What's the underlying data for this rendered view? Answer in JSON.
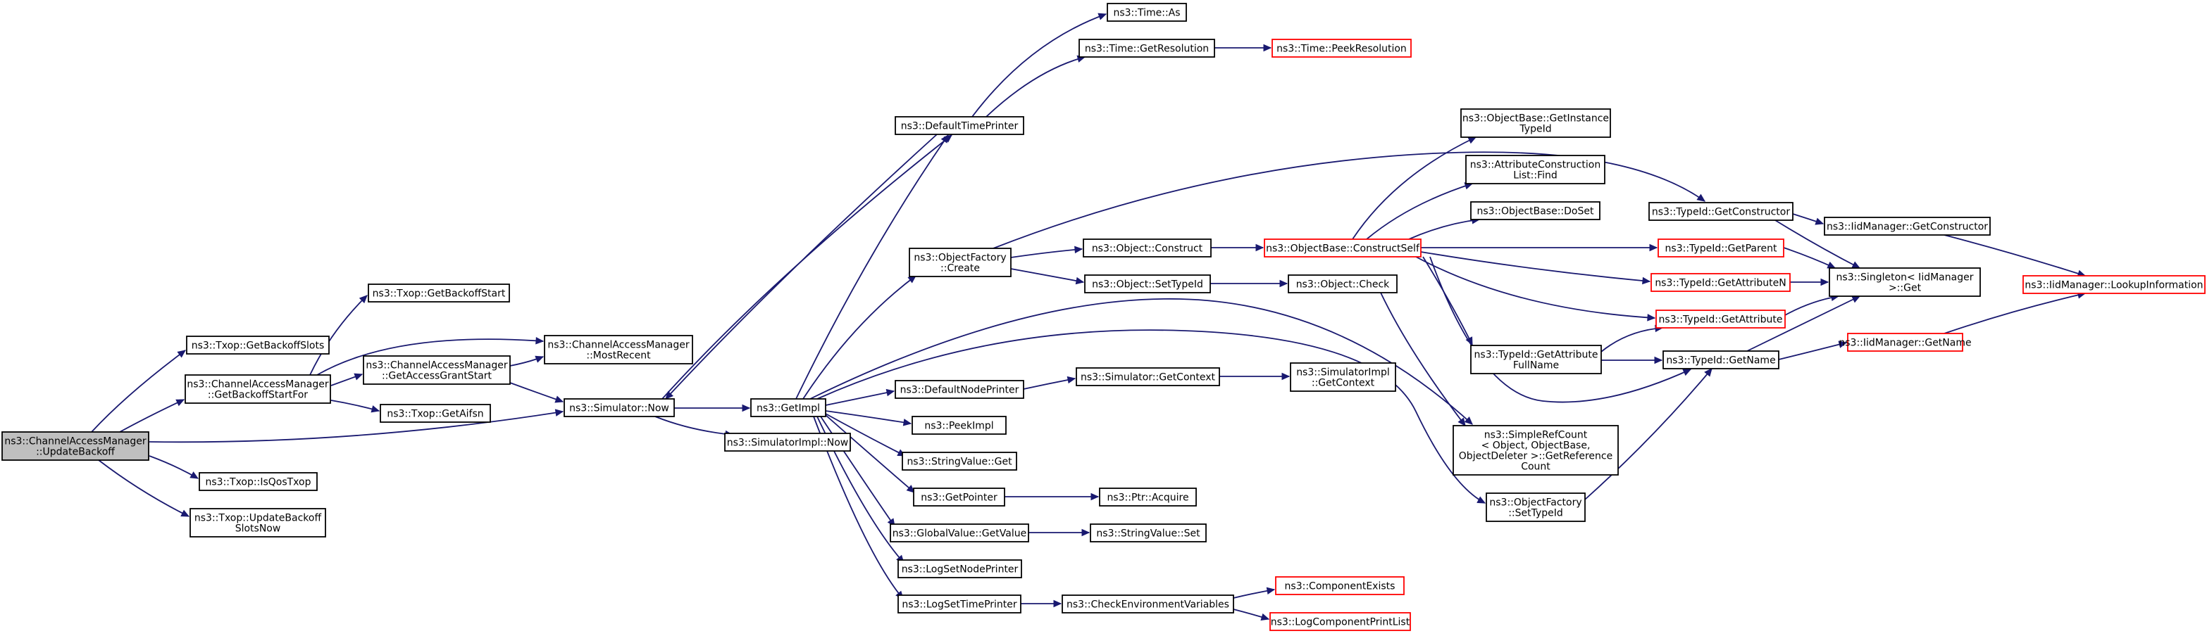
{
  "graph": {
    "edge_color": "#191970",
    "root_fill": "#bfbfbf",
    "missing_border": "#ff0000",
    "nodes": {
      "update_backoff": {
        "lines": [
          "ns3::ChannelAccessManager",
          "::UpdateBackoff"
        ],
        "style": "root"
      },
      "get_backoff_slots": {
        "lines": [
          "ns3::Txop::GetBackoffSlots"
        ],
        "style": "normal"
      },
      "get_backoff_start_for": {
        "lines": [
          "ns3::ChannelAccessManager",
          "::GetBackoffStartFor"
        ],
        "style": "normal"
      },
      "is_qos_txop": {
        "lines": [
          "ns3::Txop::IsQosTxop"
        ],
        "style": "normal"
      },
      "update_backoff_slots_now": {
        "lines": [
          "ns3::Txop::UpdateBackoff",
          "SlotsNow"
        ],
        "style": "normal"
      },
      "get_backoff_start": {
        "lines": [
          "ns3::Txop::GetBackoffStart"
        ],
        "style": "normal"
      },
      "get_access_grant_start": {
        "lines": [
          "ns3::ChannelAccessManager",
          "::GetAccessGrantStart"
        ],
        "style": "normal"
      },
      "get_aifsn": {
        "lines": [
          "ns3::Txop::GetAifsn"
        ],
        "style": "normal"
      },
      "most_recent": {
        "lines": [
          "ns3::ChannelAccessManager",
          "::MostRecent"
        ],
        "style": "normal"
      },
      "simulator_now": {
        "lines": [
          "ns3::Simulator::Now"
        ],
        "style": "normal"
      },
      "get_impl": {
        "lines": [
          "ns3::GetImpl"
        ],
        "style": "normal"
      },
      "simulator_impl_now": {
        "lines": [
          "ns3::SimulatorImpl::Now"
        ],
        "style": "normal"
      },
      "default_time_printer": {
        "lines": [
          "ns3::DefaultTimePrinter"
        ],
        "style": "normal"
      },
      "object_factory_create": {
        "lines": [
          "ns3::ObjectFactory",
          "::Create"
        ],
        "style": "normal"
      },
      "default_node_printer": {
        "lines": [
          "ns3::DefaultNodePrinter"
        ],
        "style": "normal"
      },
      "peek_impl": {
        "lines": [
          "ns3::PeekImpl"
        ],
        "style": "normal"
      },
      "string_value_get": {
        "lines": [
          "ns3::StringValue::Get"
        ],
        "style": "normal"
      },
      "get_pointer": {
        "lines": [
          "ns3::GetPointer"
        ],
        "style": "normal"
      },
      "global_value_get_value": {
        "lines": [
          "ns3::GlobalValue::GetValue"
        ],
        "style": "normal"
      },
      "log_set_node_printer": {
        "lines": [
          "ns3::LogSetNodePrinter"
        ],
        "style": "normal"
      },
      "log_set_time_printer": {
        "lines": [
          "ns3::LogSetTimePrinter"
        ],
        "style": "normal"
      },
      "time_as": {
        "lines": [
          "ns3::Time::As"
        ],
        "style": "normal"
      },
      "time_get_resolution": {
        "lines": [
          "ns3::Time::GetResolution"
        ],
        "style": "normal"
      },
      "time_peek_resolution": {
        "lines": [
          "ns3::Time::PeekResolution"
        ],
        "style": "missing"
      },
      "object_construct": {
        "lines": [
          "ns3::Object::Construct"
        ],
        "style": "normal"
      },
      "object_set_type_id": {
        "lines": [
          "ns3::Object::SetTypeId"
        ],
        "style": "normal"
      },
      "simulator_get_context": {
        "lines": [
          "ns3::Simulator::GetContext"
        ],
        "style": "normal"
      },
      "ptr_acquire": {
        "lines": [
          "ns3::Ptr::Acquire"
        ],
        "style": "normal"
      },
      "string_value_set": {
        "lines": [
          "ns3::StringValue::Set"
        ],
        "style": "normal"
      },
      "check_env_vars": {
        "lines": [
          "ns3::CheckEnvironmentVariables"
        ],
        "style": "normal"
      },
      "object_base_construct_self": {
        "lines": [
          "ns3::ObjectBase::ConstructSelf"
        ],
        "style": "missing"
      },
      "object_check": {
        "lines": [
          "ns3::Object::Check"
        ],
        "style": "normal"
      },
      "simulator_impl_get_context": {
        "lines": [
          "ns3::SimulatorImpl",
          "::GetContext"
        ],
        "style": "normal"
      },
      "component_exists": {
        "lines": [
          "ns3::ComponentExists"
        ],
        "style": "missing"
      },
      "log_component_print_list": {
        "lines": [
          "ns3::LogComponentPrintList"
        ],
        "style": "missing"
      },
      "object_base_get_instance_type_id": {
        "lines": [
          "ns3::ObjectBase::GetInstance",
          "TypeId"
        ],
        "style": "normal"
      },
      "attribute_construction_list_find": {
        "lines": [
          "ns3::AttributeConstruction",
          "List::Find"
        ],
        "style": "normal"
      },
      "object_base_do_set": {
        "lines": [
          "ns3::ObjectBase::DoSet"
        ],
        "style": "normal"
      },
      "type_id_get_attribute_full_name": {
        "lines": [
          "ns3::TypeId::GetAttribute",
          "FullName"
        ],
        "style": "normal"
      },
      "simple_ref_count_get_reference_count": {
        "lines": [
          "ns3::SimpleRefCount",
          "< Object, ObjectBase,",
          "ObjectDeleter >::GetReference",
          "Count"
        ],
        "style": "normal"
      },
      "object_factory_set_type_id": {
        "lines": [
          "ns3::ObjectFactory",
          "::SetTypeId"
        ],
        "style": "normal"
      },
      "type_id_get_constructor": {
        "lines": [
          "ns3::TypeId::GetConstructor"
        ],
        "style": "normal"
      },
      "type_id_get_parent": {
        "lines": [
          "ns3::TypeId::GetParent"
        ],
        "style": "missing"
      },
      "type_id_get_attribute_n": {
        "lines": [
          "ns3::TypeId::GetAttributeN"
        ],
        "style": "missing"
      },
      "type_id_get_attribute": {
        "lines": [
          "ns3::TypeId::GetAttribute"
        ],
        "style": "missing"
      },
      "type_id_get_name": {
        "lines": [
          "ns3::TypeId::GetName"
        ],
        "style": "normal"
      },
      "iid_manager_get_constructor": {
        "lines": [
          "ns3::IidManager::GetConstructor"
        ],
        "style": "normal"
      },
      "singleton_iid_manager_get": {
        "lines": [
          "ns3::Singleton< IidManager",
          ">::Get"
        ],
        "style": "normal"
      },
      "iid_manager_get_name": {
        "lines": [
          "ns3::IidManager::GetName"
        ],
        "style": "missing"
      },
      "iid_manager_lookup_information": {
        "lines": [
          "ns3::IidManager::LookupInformation"
        ],
        "style": "missing"
      }
    }
  }
}
